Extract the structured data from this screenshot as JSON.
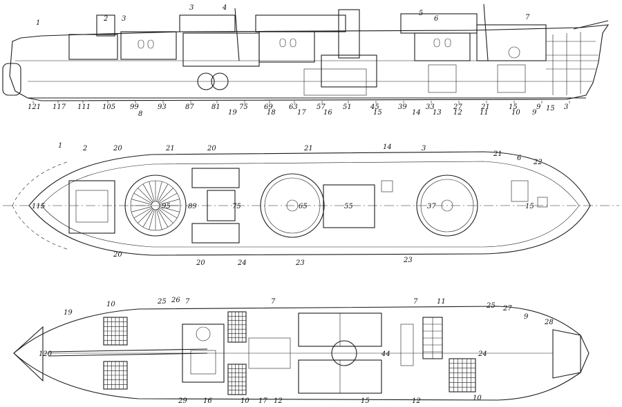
{
  "drawing": {
    "side_profile_labels": [
      "121",
      "117",
      "111",
      "105",
      "99",
      "93",
      "87",
      "81",
      "75",
      "69",
      "63",
      "57",
      "51",
      "45",
      "39",
      "33",
      "27",
      "21",
      "15",
      "9",
      "3"
    ],
    "side_profile_callouts": [
      "1",
      "2",
      "3",
      "3",
      "4",
      "5",
      "6",
      "7",
      "8",
      "19",
      "18",
      "17",
      "16",
      "15",
      "14",
      "13",
      "12",
      "11",
      "10",
      "9",
      "15"
    ],
    "upper_deck_callouts": [
      "1",
      "2",
      "20",
      "21",
      "20",
      "21",
      "14",
      "3",
      "21",
      "6",
      "22",
      "20",
      "20",
      "24",
      "23",
      "23"
    ],
    "upper_deck_inner_numbers": [
      "115",
      "95",
      "89",
      "75",
      "65",
      "55",
      "37",
      "15"
    ],
    "lower_deck_callouts": [
      "10",
      "19",
      "25",
      "26",
      "7",
      "7",
      "7",
      "11",
      "25",
      "27",
      "9",
      "28",
      "29",
      "16",
      "10",
      "17",
      "12",
      "15",
      "12",
      "10"
    ],
    "lower_deck_inner_numbers": [
      "120",
      "44",
      "24"
    ]
  }
}
